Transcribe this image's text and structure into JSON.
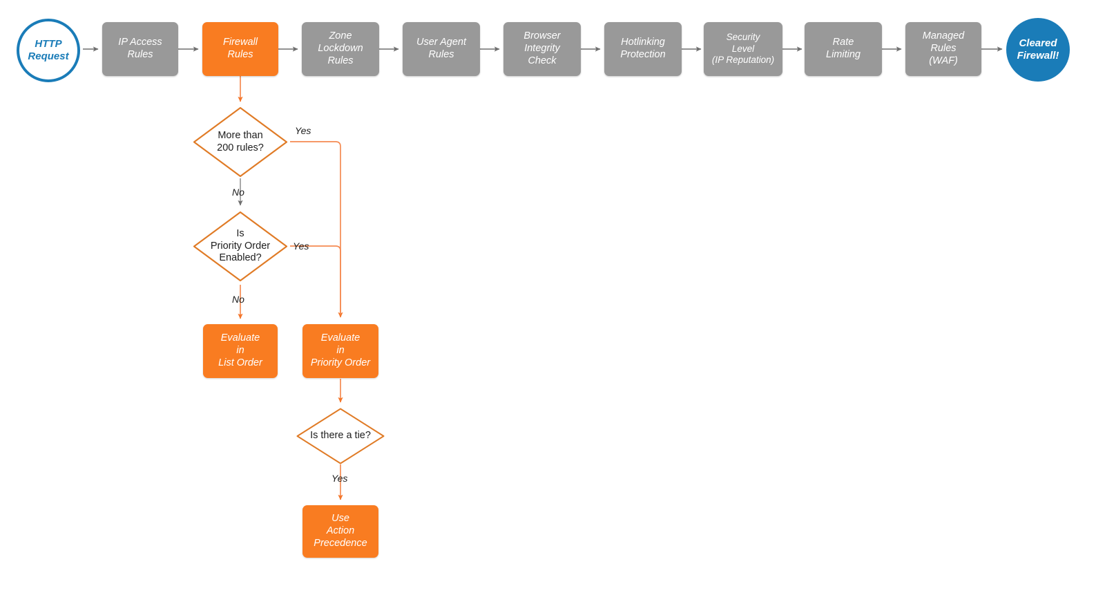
{
  "diagram": {
    "title": "Cloudflare firewall request evaluation order flowchart",
    "colors": {
      "gray_node": "#999999",
      "orange_node": "#f97c21",
      "blue_node": "#1a7cb8",
      "gray_edge": "#808080",
      "orange_edge": "#f58a52",
      "diamond_stroke": "#e07b26",
      "text_light": "#ffffff",
      "text_dark": "#1d1d1d",
      "background": "#ffffff"
    },
    "pipeline": [
      {
        "id": "http-request",
        "shape": "circle",
        "style": "blue-outline",
        "label": "HTTP\nRequest"
      },
      {
        "id": "ip-access-rules",
        "shape": "box",
        "style": "gray",
        "label": "IP Access\nRules"
      },
      {
        "id": "firewall-rules",
        "shape": "box",
        "style": "orange",
        "label": "Firewall\nRules"
      },
      {
        "id": "zone-lockdown-rules",
        "shape": "box",
        "style": "gray",
        "label": "Zone\nLockdown\nRules"
      },
      {
        "id": "user-agent-rules",
        "shape": "box",
        "style": "gray",
        "label": "User Agent\nRules"
      },
      {
        "id": "browser-integrity-check",
        "shape": "box",
        "style": "gray",
        "label": "Browser\nIntegrity\nCheck"
      },
      {
        "id": "hotlinking-protection",
        "shape": "box",
        "style": "gray",
        "label": "Hotlinking\nProtection"
      },
      {
        "id": "security-level",
        "shape": "box",
        "style": "gray",
        "label": "Security\nLevel\n(IP Reputation)"
      },
      {
        "id": "rate-limiting",
        "shape": "box",
        "style": "gray",
        "label": "Rate\nLimiting"
      },
      {
        "id": "managed-rules-waf",
        "shape": "box",
        "style": "gray",
        "label": "Managed\nRules\n(WAF)"
      },
      {
        "id": "cleared-firewall",
        "shape": "circle",
        "style": "blue-filled",
        "label": "Cleared\nFirewall!"
      }
    ],
    "decisions": [
      {
        "id": "more-than-200-rules",
        "label": "More than\n200 rules?"
      },
      {
        "id": "is-priority-order-enabled",
        "label": "Is\nPriority Order\nEnabled?"
      },
      {
        "id": "is-there-a-tie",
        "label": "Is there a tie?"
      }
    ],
    "outcomes": [
      {
        "id": "evaluate-in-list-order",
        "label": "Evaluate\nin\nList Order"
      },
      {
        "id": "evaluate-in-priority-order",
        "label": "Evaluate\nin\nPriority Order"
      },
      {
        "id": "use-action-precedence",
        "label": "Use\nAction\nPrecedence"
      }
    ],
    "edge_labels": {
      "more_than_200_yes": "Yes",
      "more_than_200_no": "No",
      "priority_order_yes": "Yes",
      "priority_order_no": "No",
      "tie_yes": "Yes"
    }
  }
}
